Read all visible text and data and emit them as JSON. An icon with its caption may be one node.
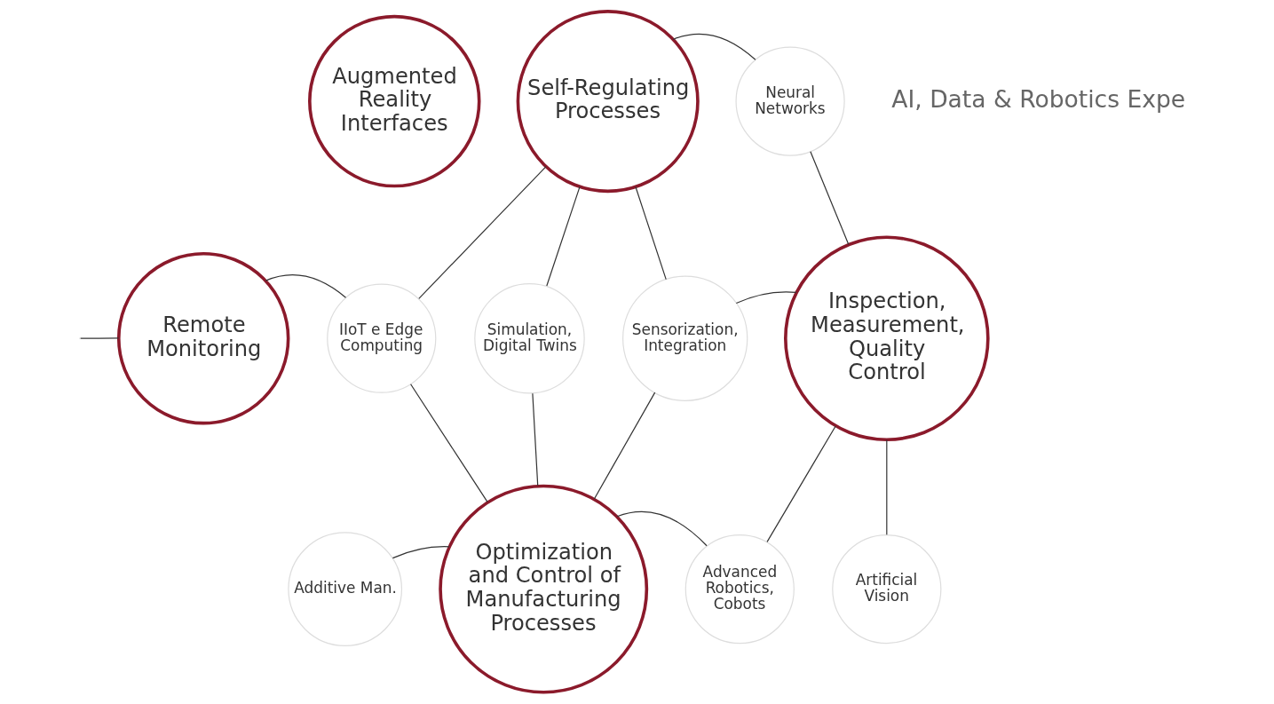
{
  "diagram": {
    "nodes": [
      {
        "text": [
          "Augmented Reality Interfaces"
        ]
      },
      {
        "text": [
          "Self-Regulating Processes"
        ]
      },
      {
        "text": [
          "Neural Networks"
        ]
      },
      {
        "text": [
          "Inspection, Measurement, Quality Control"
        ]
      },
      {
        "text": [
          "Remote Monitoring"
        ]
      },
      {
        "text": [
          "IIoT e Edge Computing"
        ]
      },
      {
        "text": [
          "Simulation, Digital Twins"
        ]
      },
      {
        "text": [
          "Sensorization, Integration"
        ]
      },
      {
        "text": [
          "Optimization and Control of Manufacturing Processes"
        ]
      },
      {
        "text": [
          "Additive Man."
        ]
      },
      {
        "text": [
          "Advanced Robotics, Cobots"
        ]
      },
      {
        "text": [
          "Artificial Vision"
        ]
      }
    ],
    "edges": [
      {
        "from": 1,
        "to": 2,
        "arrow": "none"
      },
      {
        "from": 2,
        "to": 3,
        "arrow": "none"
      },
      {
        "from": 1,
        "to": 5,
        "arrow": "none"
      },
      {
        "from": 1,
        "to": 6,
        "arrow": "none"
      },
      {
        "from": 1,
        "to": 7,
        "arrow": "none"
      },
      {
        "from": 7,
        "to": 3,
        "arrow": "none"
      },
      {
        "from": 4,
        "to": 5,
        "arrow": "none"
      },
      {
        "from": 5,
        "to": 8,
        "arrow": "none"
      },
      {
        "from": 6,
        "to": 8,
        "arrow": "none"
      },
      {
        "from": 7,
        "to": 8,
        "arrow": "none"
      },
      {
        "from": 9,
        "to": 8,
        "arrow": "none"
      },
      {
        "from": 8,
        "to": 10,
        "arrow": "none"
      },
      {
        "from": 10,
        "to": 3,
        "arrow": "none"
      },
      {
        "from": 3,
        "to": 11,
        "arrow": "none"
      },
      {
        "from": null,
        "to": 4,
        "arrow": "none"
      }
    ],
    "labels": [
      "AI, Data & Robotics Expe"
    ]
  }
}
